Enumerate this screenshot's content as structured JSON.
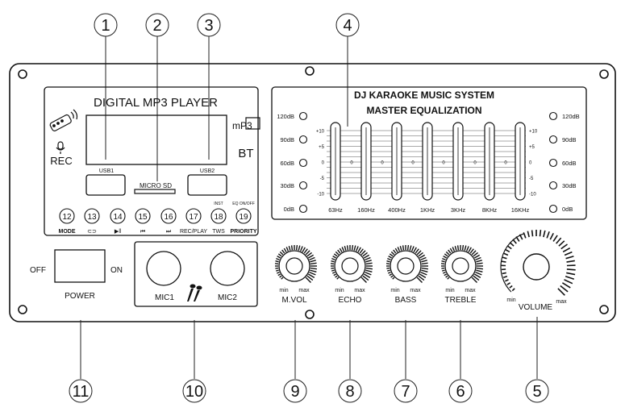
{
  "callouts_top": [
    "1",
    "2",
    "3",
    "4"
  ],
  "callouts_bottom": [
    "11",
    "10",
    "9",
    "8",
    "7",
    "6",
    "5"
  ],
  "mp3": {
    "title": "DIGITAL MP3 PLAYER",
    "mp3_logo": "mP3",
    "bt": "BT",
    "rec": "REC",
    "usb1": "USB1",
    "micro_sd": "MICRO SD",
    "usb2": "USB2",
    "buttons": [
      {
        "num": "12",
        "label": "MODE",
        "top": ""
      },
      {
        "num": "13",
        "label": "⊂⊃",
        "top": ""
      },
      {
        "num": "14",
        "label": "▶‖",
        "top": ""
      },
      {
        "num": "15",
        "label": "⏮",
        "top": ""
      },
      {
        "num": "16",
        "label": "⏭",
        "top": ""
      },
      {
        "num": "17",
        "label": "REC/PLAY",
        "top": ""
      },
      {
        "num": "18",
        "label": "TWS",
        "top": "INST"
      },
      {
        "num": "19",
        "label": "PRIORITY",
        "top": "EQ ON/OFF"
      }
    ]
  },
  "eq": {
    "title1": "DJ KARAOKE MUSIC SYSTEM",
    "title2": "MASTER EQUALIZATION",
    "db_levels": [
      "120dB",
      "90dB",
      "60dB",
      "30dB",
      "0dB"
    ],
    "scale": [
      "+10",
      "+5",
      "0",
      "-5",
      "-10"
    ],
    "center_mark": "0",
    "bands": [
      "63Hz",
      "160Hz",
      "400Hz",
      "1KHz",
      "3KHz",
      "8KHz",
      "16KHz"
    ]
  },
  "power": {
    "off": "OFF",
    "on": "ON",
    "label": "POWER"
  },
  "mics": {
    "mic1": "MIC1",
    "mic2": "MIC2"
  },
  "knobs": [
    {
      "name": "M.VOL",
      "min": "min",
      "max": "max"
    },
    {
      "name": "ECHO",
      "min": "min",
      "max": "max"
    },
    {
      "name": "BASS",
      "min": "min",
      "max": "max"
    },
    {
      "name": "TREBLE",
      "min": "min",
      "max": "max"
    }
  ],
  "volume": {
    "name": "VOLUME",
    "min": "min",
    "max": "max"
  }
}
